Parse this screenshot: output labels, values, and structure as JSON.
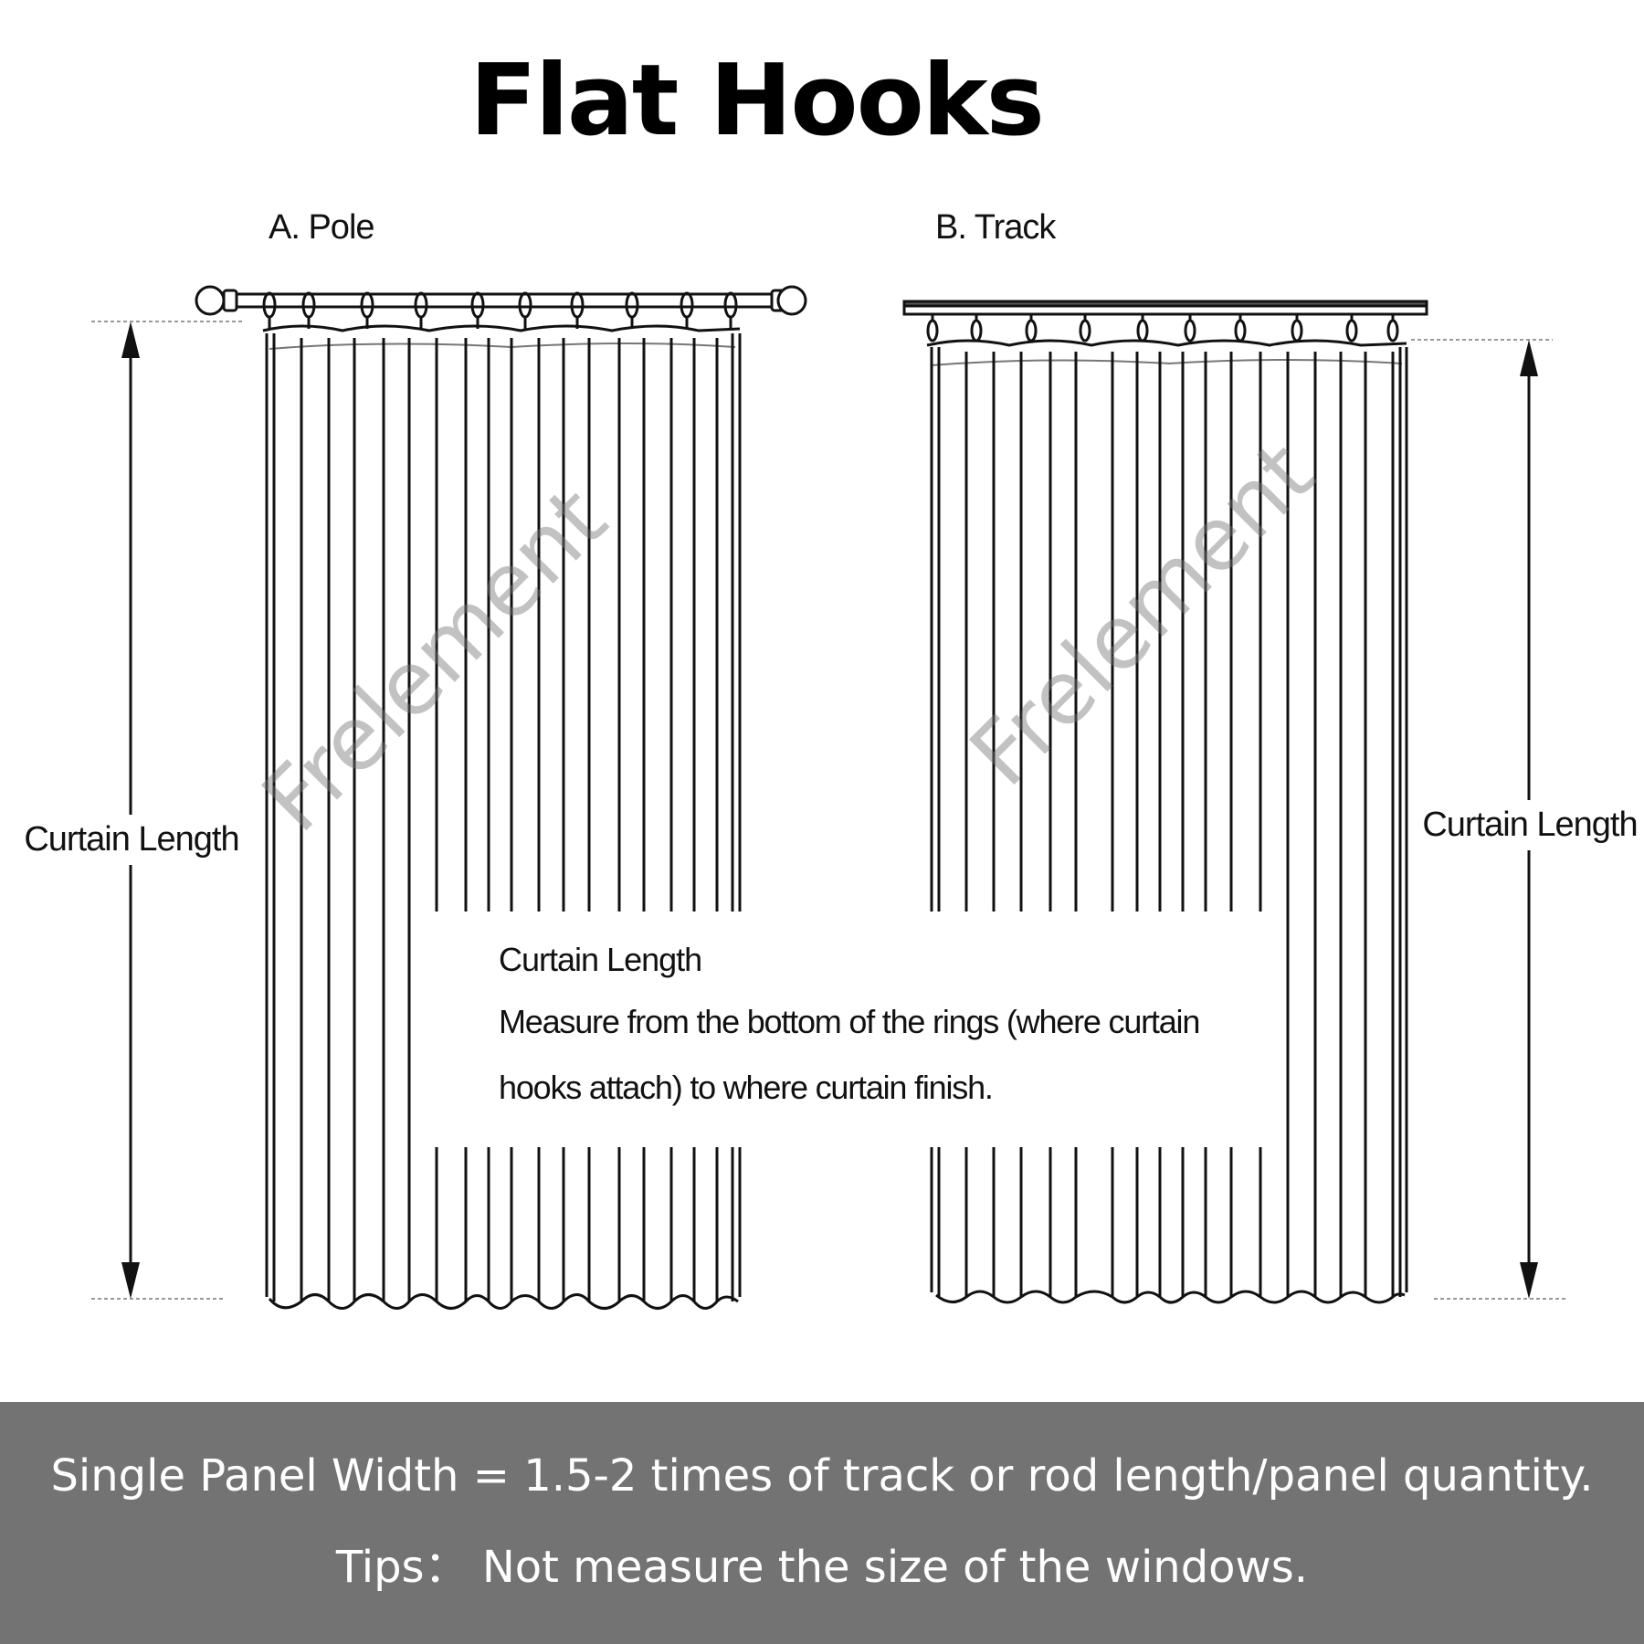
{
  "title": "Flat Hooks",
  "sections": {
    "pole": {
      "label": "A. Pole",
      "ring_count": 10
    },
    "track": {
      "label": "B. Track",
      "ring_count": 10
    }
  },
  "dimension_labels": {
    "left": "Curtain Length",
    "right": "Curtain Length"
  },
  "watermark": "Frelement",
  "info_box": {
    "title": "Curtain Length",
    "line1": "Measure from the bottom of the rings (where curtain",
    "line2": "hooks attach) to where curtain finish."
  },
  "banner": {
    "line1": "Single Panel Width = 1.5-2 times of track or rod length/panel quantity.",
    "line2": "Tips： Not measure the size of the windows.",
    "background": "#737373",
    "text_color": "#ffffff"
  }
}
